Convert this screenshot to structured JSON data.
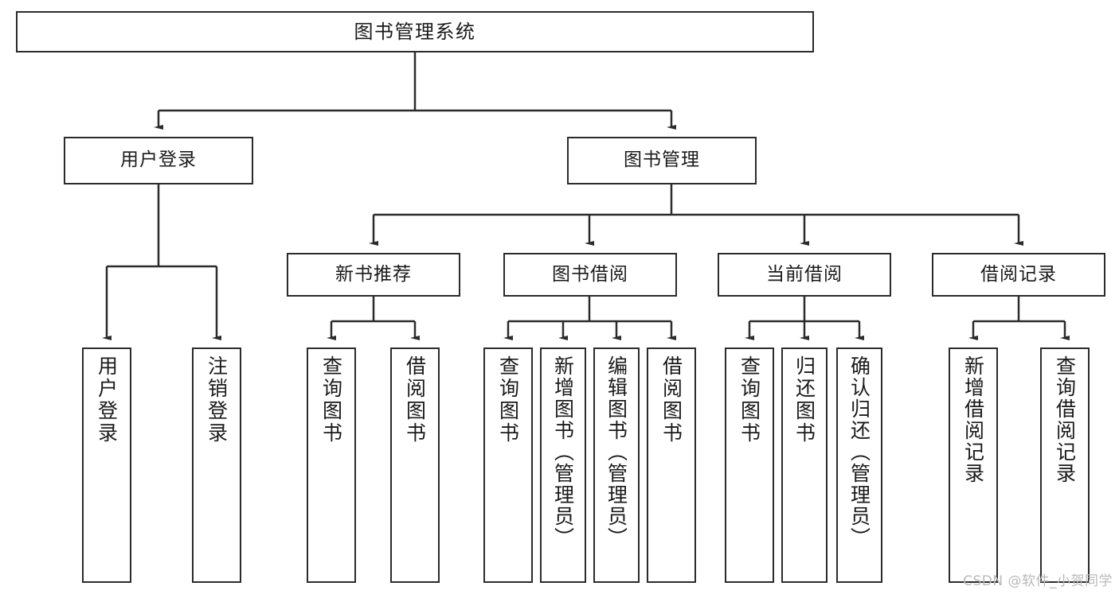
{
  "diagram": {
    "type": "tree-flowchart",
    "title": "图书管理系统",
    "background_color": "#ffffff",
    "stroke_color": "#2b2b2b",
    "text_color": "#1a1a1a",
    "root": {
      "label": "图书管理系统"
    },
    "level2": [
      {
        "label": "用户登录"
      },
      {
        "label": "图书管理"
      }
    ],
    "level3": [
      {
        "label": "新书推荐"
      },
      {
        "label": "图书借阅"
      },
      {
        "label": "当前借阅"
      },
      {
        "label": "借阅记录"
      }
    ],
    "leaves": {
      "user_login": [
        {
          "label": "用户登录"
        },
        {
          "label": "注销登录"
        }
      ],
      "new_book_recommend": [
        {
          "label": "查询图书"
        },
        {
          "label": "借阅图书"
        }
      ],
      "book_borrow": [
        {
          "label": "查询图书"
        },
        {
          "label": "新增图书（管理员）"
        },
        {
          "label": "编辑图书（管理员）"
        },
        {
          "label": "借阅图书"
        }
      ],
      "current_borrow": [
        {
          "label": "查询图书"
        },
        {
          "label": "归还图书"
        },
        {
          "label": "确认归还（管理员）"
        }
      ],
      "borrow_record": [
        {
          "label": "新增借阅记录"
        },
        {
          "label": "查询借阅记录"
        }
      ]
    }
  },
  "watermark": {
    "text": "CSDN @软件_小贺同学"
  }
}
